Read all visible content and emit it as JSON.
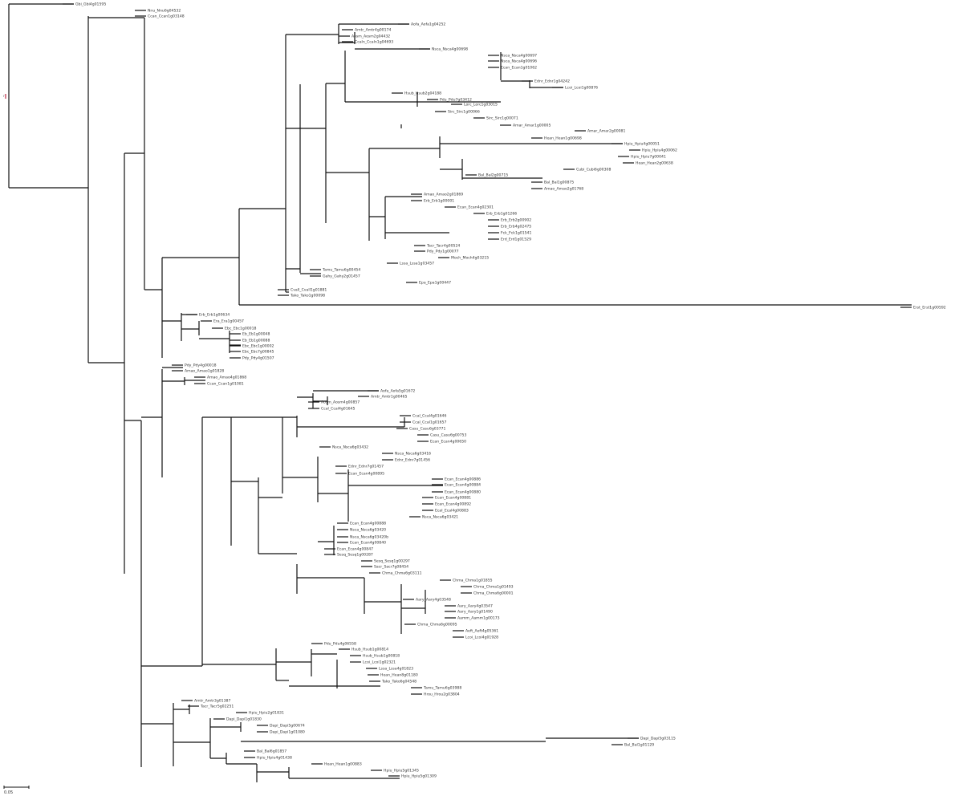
{
  "colors": {
    "branch": "#111111",
    "label": "#333333",
    "support": "#555555",
    "accent_blue": "#3b5bdb",
    "root_marker": "#b00020"
  },
  "scale_bar": {
    "label": "0.05"
  },
  "leaves": [
    "Gbi_Gbi4g01595",
    "Nnu_Nnu6g04532",
    "Ccan_Ccan1g03148",
    "Aofa_Aofa1g04252",
    "Amtr_Amtr4g00174",
    "Aosm_Aosm2g04432",
    "Ccaln_Ccaln1g04693",
    "Nsca_Nsca4g00698",
    "Nsca_Nsca4g00697",
    "Nsca_Nsca4g00696",
    "Ecan_Ecan1g01062",
    "Ednr_Ednr1g04242",
    "Lcoi_Lcoi1g00876",
    "Hsub_Hsub2g04188",
    "Pdu_Pdu7g03412",
    "Lorc_Lorc1g03015",
    "Sirc_Sirc1g00066",
    "Sirc_Sirc1g00071",
    "Amar_Amar1g00005",
    "Amar_Amar2g00081",
    "Hean_Hean1g00698",
    "Hpiu_Hpiu4g00051",
    "Hpiu_Hpiu4g00062",
    "Hpiu_Hpiu7g00041",
    "Hean_Hean2g00638",
    "Cubi_Cubi6g00308",
    "Bal_Bal2g00715",
    "Bal_Bal1g00875",
    "Amao_Amao2g01768",
    "Amao_Amao2g01869",
    "Erb_Erb1g00001",
    "Ecan_Ecan4g02301",
    "Erb_Erb1g01266",
    "Erb_Erb2g00902",
    "Erb_Erb4g02475",
    "Fck_Fck1g01541",
    "Erd_Erd1g01529",
    "Tacr_Tacr4g00524",
    "Pdy_Pdy1g00077",
    "Moch_Moch4g03215",
    "Lssa_Lssa1g03457",
    "Tamu_Tamu6g00454",
    "Gahy_Gahy2g01457",
    "Epa_Epa1g00447",
    "Cvall_Cvall1g01881",
    "Tako_Tako1g00098",
    "Erst_Erst1g00592",
    "Erb_Erb1g00634",
    "Era_Era1g00457",
    "Ebc_Ebc1g00018",
    "Eb_Eb1g00048",
    "Eb_Eb1g00088",
    "Ebc_Ebc1g00002",
    "Ebc_Ebc7g00845",
    "Pdy_Pdy4g01507",
    "Pdy_Pdy4g00018",
    "Amao_Amao1g01828",
    "Amao_Amao4g01868",
    "Ccan_Ccan1g01081",
    "Aofa_Aofa5g01672",
    "Amtr_Amtr1g00465",
    "Aosm_Aosm4g00857",
    "Ccal_Ccal4g01645",
    "Ccal_Ccal4g01646",
    "Ccal_Ccal1g01657",
    "Casu_Casu6g03771",
    "Casu_Casu6g00753",
    "Ecan_Ecan4g00650",
    "Nsca_Nsca6g03432",
    "Nsca_Nsca6g03416",
    "Ednr_Ednr7g01456",
    "Ednr_Ednr7g01457",
    "Ecan_Ecan4g00895",
    "Ecan_Ecan4g00886",
    "Ecan_Ecan4g00884",
    "Ecan_Ecan4g00880",
    "Ecan_Ecan4g00881",
    "Ecan_Ecan4g00892",
    "Ecal_Ecal4g00883",
    "Nsca_Nsca6g03421",
    "Ecan_Ecan4g00888",
    "Nsca_Nsca6g03420",
    "Nsca_Nsca6g03420b",
    "Ecan_Ecan4g00840",
    "Ecan_Ecan4g00847",
    "Sesq_Sesq1g00287",
    "Sesq_Sesq1g00297",
    "Sacr_Sacr7g08454",
    "Chma_Chma6g03111",
    "Chma_Chma1g01855",
    "Chma_Chma1g01493",
    "Chma_Chma6g00001",
    "Aary_Aary4g03548",
    "Aary_Aary4g03547",
    "Aary_Aary1g01490",
    "Aamm_Aamm1g00173",
    "Chma_Chma6g00095",
    "Aeft_Aeft4g05361",
    "Lcoi_Lcoi4g01928",
    "Pdu_Pdu4g06558",
    "Hsub_Hsub1g00814",
    "Hsub_Hsub1g00818",
    "Lcoi_Lcoi1g02321",
    "Lssa_Lssa4g01823",
    "Hean_Hean8g01180",
    "Tako_Tako6g04548",
    "Tamu_Tamu6g03988",
    "Hrou_Hrou2g03804",
    "Amtr_Amtr3g01387",
    "Tacr_Tacr5g02251",
    "Hpiu_Hpiu2g01831",
    "Dapi_Dapi1g01830",
    "Dapi_Dapi5g00674",
    "Dapi_Dapi1g01080",
    "Dapi_Dapi5g03115",
    "Bal_Bal1g01129",
    "Bal_Bal6g01857",
    "Hpiu_Hpiu4g01438",
    "Hean_Hean1g00883",
    "Hpiu_Hpiu5g01345",
    "Hpiu_Hpiu5g01309"
  ]
}
